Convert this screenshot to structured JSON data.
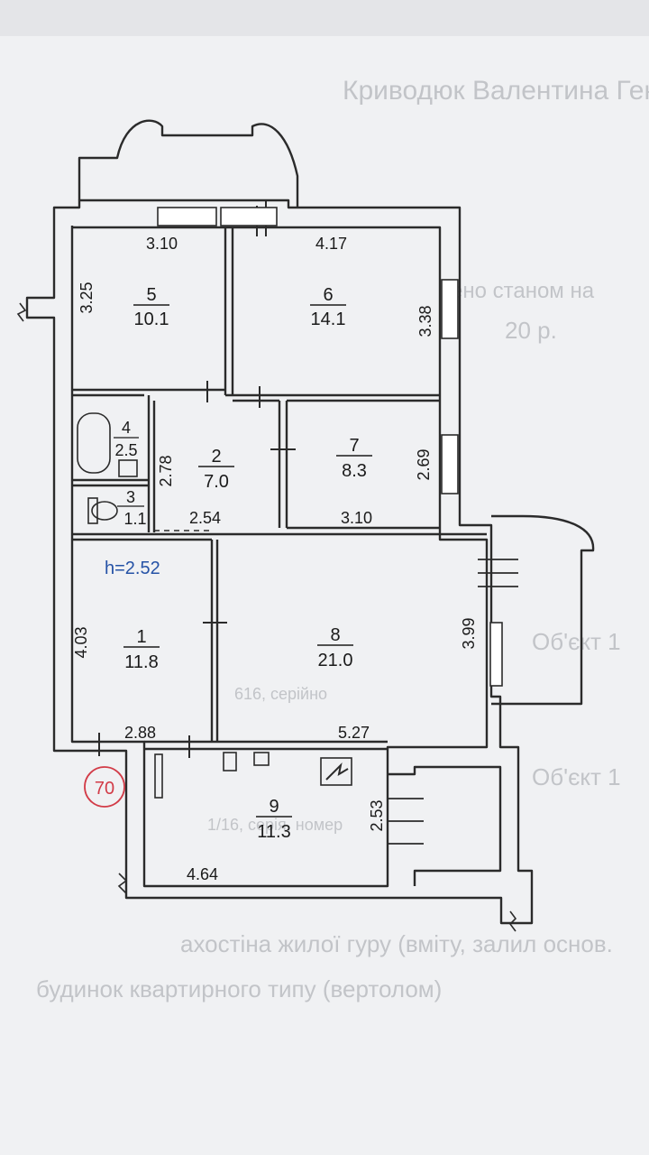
{
  "header": {
    "faint_title": "Криводюк Валентина Геннадиевна"
  },
  "ceiling_height": "h=2.52",
  "apartment_number": "70",
  "rooms": [
    {
      "number": "1",
      "area": "11.8"
    },
    {
      "number": "2",
      "area": "7.0"
    },
    {
      "number": "3",
      "area": "1.1"
    },
    {
      "number": "4",
      "area": "2.5"
    },
    {
      "number": "5",
      "area": "10.1"
    },
    {
      "number": "6",
      "area": "14.1"
    },
    {
      "number": "7",
      "area": "8.3"
    },
    {
      "number": "8",
      "area": "21.0"
    },
    {
      "number": "9",
      "area": "11.3"
    }
  ],
  "dimensions": {
    "r5_width": "3.10",
    "r5_height": "3.25",
    "r6_width": "4.17",
    "r6_height": "3.38",
    "r2_height": "2.78",
    "r2_width": "2.54",
    "r7_height": "2.69",
    "r7_width": "3.10",
    "r1_height": "4.03",
    "r1_width": "2.88",
    "r8_height": "3.99",
    "r8_width": "5.27",
    "r9_height": "2.53",
    "r9_width": "4.64"
  },
  "background_text": {
    "right_1": "ено станом на",
    "right_2": "20 р.",
    "right_3": "Об'єкт 1",
    "right_4": "616, серійно",
    "right_5": "Об'єкт 1",
    "right_6": "1/16, серія, номер",
    "bottom_1": "ахостіна жилої гуру (вміту, залил основ.",
    "bottom_2": "будинок квартирного типу (вертолом)"
  },
  "colors": {
    "wall": "#2b2b2b",
    "paper": "#f0f1f3",
    "blue_text": "#2552a6",
    "red_stamp": "#d23b47"
  }
}
